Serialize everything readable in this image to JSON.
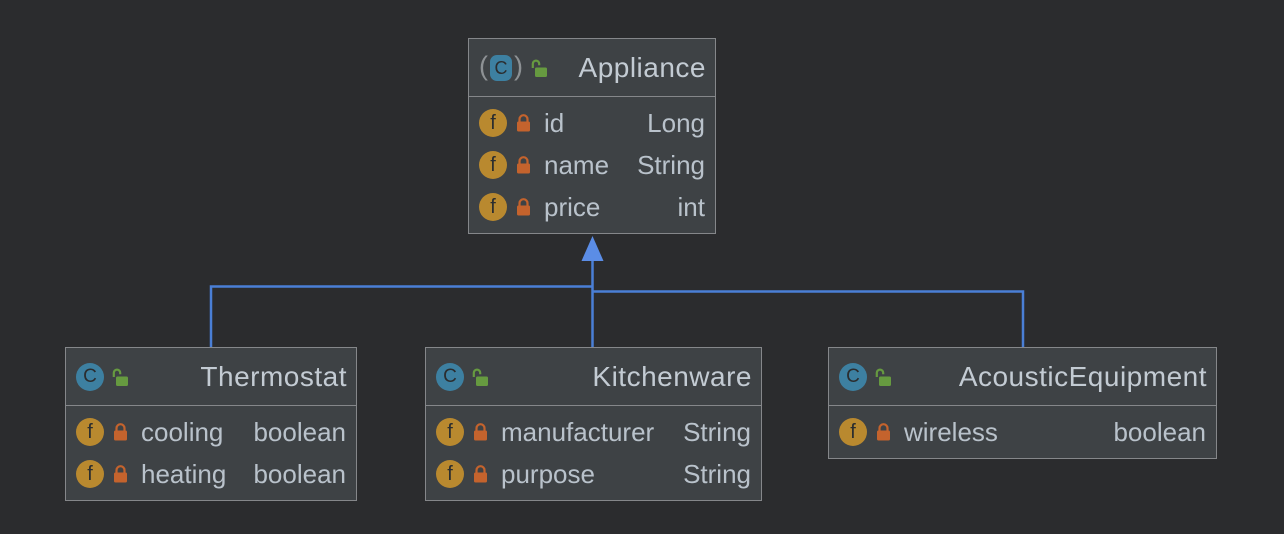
{
  "diagram": {
    "classes": [
      {
        "name": "Appliance",
        "icon": "class-with-parentheses",
        "visibility": "unlocked",
        "fields": [
          {
            "name": "id",
            "type": "Long",
            "visibility": "locked"
          },
          {
            "name": "name",
            "type": "String",
            "visibility": "locked"
          },
          {
            "name": "price",
            "type": "int",
            "visibility": "locked"
          }
        ]
      },
      {
        "name": "Thermostat",
        "icon": "class",
        "visibility": "unlocked",
        "fields": [
          {
            "name": "cooling",
            "type": "boolean",
            "visibility": "locked"
          },
          {
            "name": "heating",
            "type": "boolean",
            "visibility": "locked"
          }
        ]
      },
      {
        "name": "Kitchenware",
        "icon": "class",
        "visibility": "unlocked",
        "fields": [
          {
            "name": "manufacturer",
            "type": "String",
            "visibility": "locked"
          },
          {
            "name": "purpose",
            "type": "String",
            "visibility": "locked"
          }
        ]
      },
      {
        "name": "AcousticEquipment",
        "icon": "class",
        "visibility": "unlocked",
        "fields": [
          {
            "name": "wireless",
            "type": "boolean",
            "visibility": "locked"
          }
        ]
      }
    ],
    "relations": [
      {
        "from": "Thermostat",
        "to": "Appliance",
        "kind": "inheritance"
      },
      {
        "from": "Kitchenware",
        "to": "Appliance",
        "kind": "inheritance"
      },
      {
        "from": "AcousticEquipment",
        "to": "Appliance",
        "kind": "inheritance"
      }
    ]
  },
  "icons": {
    "class_letter": "C",
    "field_letter": "f",
    "paren_left": "(",
    "paren_right": ")"
  },
  "colors": {
    "canvas_bg": "#2b2c2e",
    "node_fill": "#3e4245",
    "node_border": "#85878a",
    "title_text": "#c3cbd3",
    "field_text": "#b9c2cb",
    "edge_blue": "#4a7fd6",
    "arrow_blue": "#5b8de6",
    "class_teal": "#3d80a1",
    "field_gold": "#b9892f",
    "lock_green": "#669a40",
    "lock_orange": "#c4632d",
    "paren_gray": "#8d9194",
    "icon_letter": "#2b2d2f"
  }
}
